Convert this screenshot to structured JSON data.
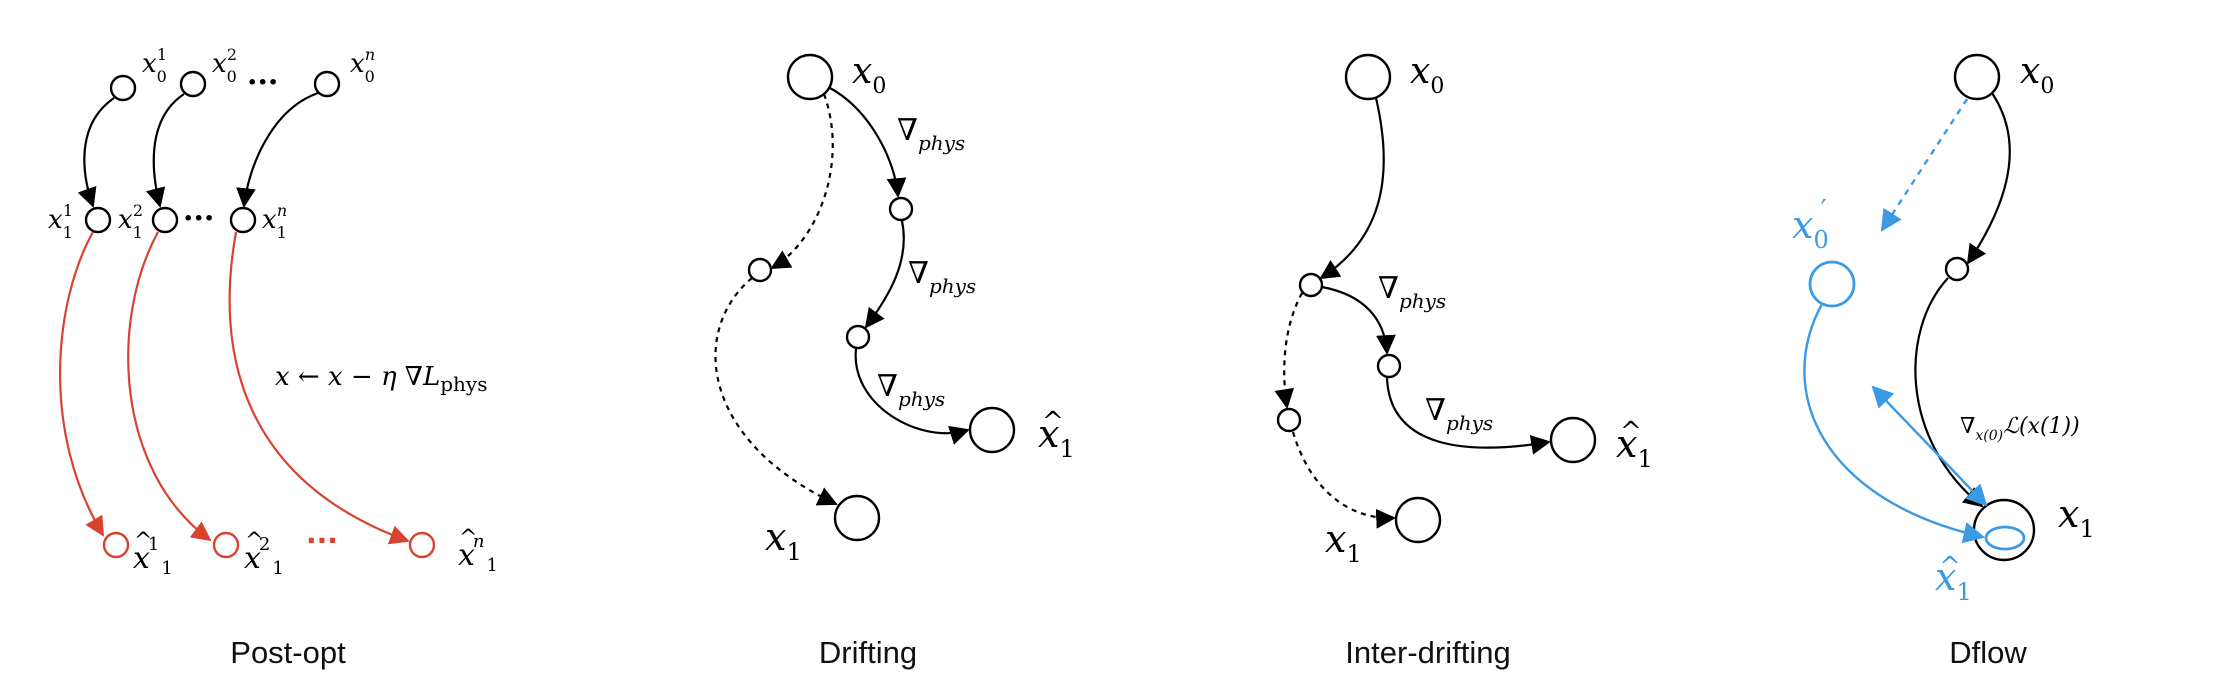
{
  "panels": [
    {
      "caption": "Post-opt"
    },
    {
      "caption": "Drifting"
    },
    {
      "caption": "Inter-drifting"
    },
    {
      "caption": "Dflow"
    }
  ],
  "labels": {
    "x": "x",
    "sub0": "0",
    "sub1": "1",
    "sup1": "1",
    "sup2": "2",
    "supn": "n",
    "dots": "···",
    "update_rule": "x ← x − η ∇L",
    "update_rule_sub": "phys",
    "nabla": "∇",
    "phys": "phys",
    "dflow_grad": "∇",
    "dflow_grad_sub": "x(0)",
    "dflow_grad_rest": "ℒ(x(1))",
    "prime": "′"
  },
  "colors": {
    "black": "#000000",
    "red": "#d9422f",
    "blue": "#3b9ae6"
  }
}
